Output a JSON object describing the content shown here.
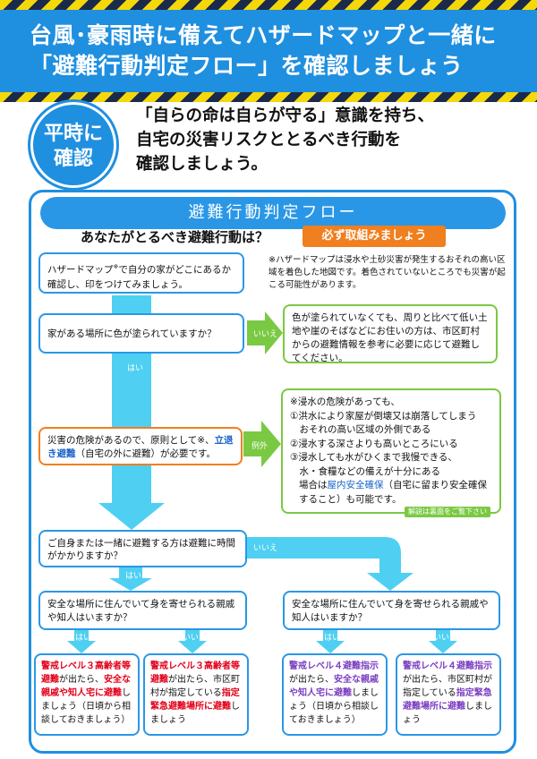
{
  "header": {
    "line1": "台風･豪雨時に備えてハザードマップと一緒に",
    "line2": "「避難行動判定フロー」を確認しましょう"
  },
  "badge": {
    "line1": "平時に",
    "line2": "確認"
  },
  "intro": {
    "line1": "「自らの命は自らが守る」意識を持ち、",
    "line2": "自宅の災害リスクととるべき行動を",
    "line3": "確認しましょう。"
  },
  "panel": {
    "title": "避難行動判定フロー",
    "question": "あなたがとるべき避難行動は？",
    "must_label": "必ず取組みましょう"
  },
  "step1": {
    "text_a": "ハザードマップ",
    "sup": "※",
    "text_b": "で自分の家がどこにあるか確認し、印をつけてみましょう。",
    "note": "※ハザードマップは浸水や土砂災害が発生するおそれの高い区域を着色した地図です。着色されていないところでも災害が起こる可能性があります。"
  },
  "step2": {
    "question": "家がある場所に色が塗られていますか？",
    "no_label": "いいえ",
    "yes_label": "はい",
    "no_result": "色が塗られていなくても、周りと比べて低い土地や崖のそばなどにお住いの方は、市区町村からの避難情報を参考に必要に応じて避難してください。"
  },
  "step3": {
    "text_a": "災害の危険があるので、原則として※、",
    "highlight": "立退き避難",
    "text_b": "（自宅の外に避難）が必要です。",
    "exception_label": "例外",
    "exception": {
      "intro": "※浸水の危険があっても、",
      "items": [
        "①洪水により家屋が倒壊又は崩落してしまう",
        "　おそれの高い区域の外側である",
        "②浸水する深さよりも高いところにいる",
        "③浸水しても水がひくまで我慢できる、",
        "　水・食糧などの備えが十分にある"
      ],
      "end_a": "場合は",
      "end_highlight": "屋内安全確保",
      "end_b": "（自宅に留まり安全確保すること）も可能です。"
    },
    "see_back": "解説は裏面をご覧下さい"
  },
  "step4": {
    "question": "ご自身または一緒に避難する方は避難に時間がかかりますか？",
    "yes_label": "はい",
    "no_label": "いいえ"
  },
  "step5": {
    "left_question": "安全な場所に住んでいて身を寄せられる親戚や知人はいますか？",
    "right_question": "安全な場所に住んでいて身を寄せられる親戚や知人はいますか？",
    "yes_label": "はい",
    "no_label": "いいえ"
  },
  "results": [
    {
      "parts": [
        [
          "警戒レベル３高齢者等避難",
          "red"
        ],
        [
          "が出たら、",
          ""
        ],
        [
          "安全な親戚や知人宅に避難",
          "red"
        ],
        [
          "しましょう（日頃から相談しておきましょう）",
          ""
        ]
      ]
    },
    {
      "parts": [
        [
          "警戒レベル３高齢者等避難",
          "red"
        ],
        [
          "が出たら、市区町村が指定している",
          ""
        ],
        [
          "指定緊急避難場所に避難",
          "red"
        ],
        [
          "しましょう",
          ""
        ]
      ]
    },
    {
      "parts": [
        [
          "警戒レベル４避難指示",
          "purple"
        ],
        [
          "が出たら、",
          ""
        ],
        [
          "安全な親戚や知人宅に避難",
          "purple"
        ],
        [
          "しましょう（日頃から相談しておきましょう）",
          ""
        ]
      ]
    },
    {
      "parts": [
        [
          "警戒レベル４避難指示",
          "purple"
        ],
        [
          "が出たら、市区町村が指定している",
          ""
        ],
        [
          "指定緊急避難場所に避難",
          "purple"
        ],
        [
          "しましょう",
          ""
        ]
      ]
    }
  ],
  "colors": {
    "brand": "#1f8fe0",
    "arrow": "#4fd0f2",
    "green": "#7ac943",
    "orange": "#f07f1f",
    "red": "#e2001a",
    "purple": "#7b3fc0"
  }
}
